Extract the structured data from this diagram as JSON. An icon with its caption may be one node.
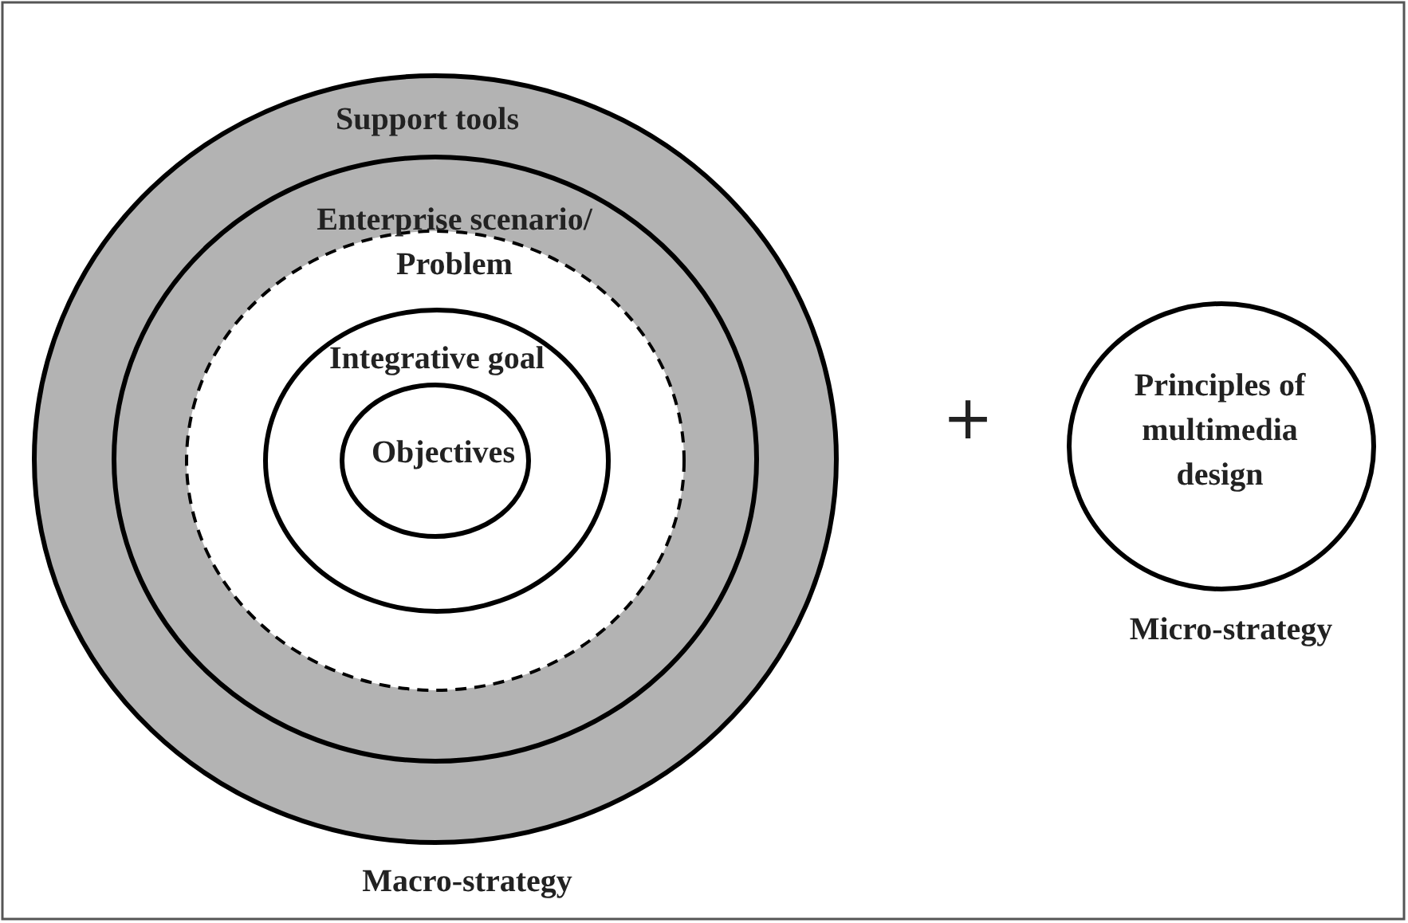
{
  "diagram": {
    "nodes": [
      {
        "text": [
          "Support tools"
        ],
        "beside": [
          "Macro-strategy"
        ]
      },
      {
        "text": [
          "Enterprise scenario/ Problem"
        ],
        "in": 0
      },
      {
        "text": [
          "Integrative goal"
        ],
        "in": 1
      },
      {
        "text": [
          "Objectives"
        ],
        "in": 2
      },
      {
        "text": [
          "Principles of multimedia design"
        ],
        "beside": [
          "Micro-strategy"
        ]
      }
    ],
    "edges": [],
    "labels": [
      "+"
    ]
  }
}
